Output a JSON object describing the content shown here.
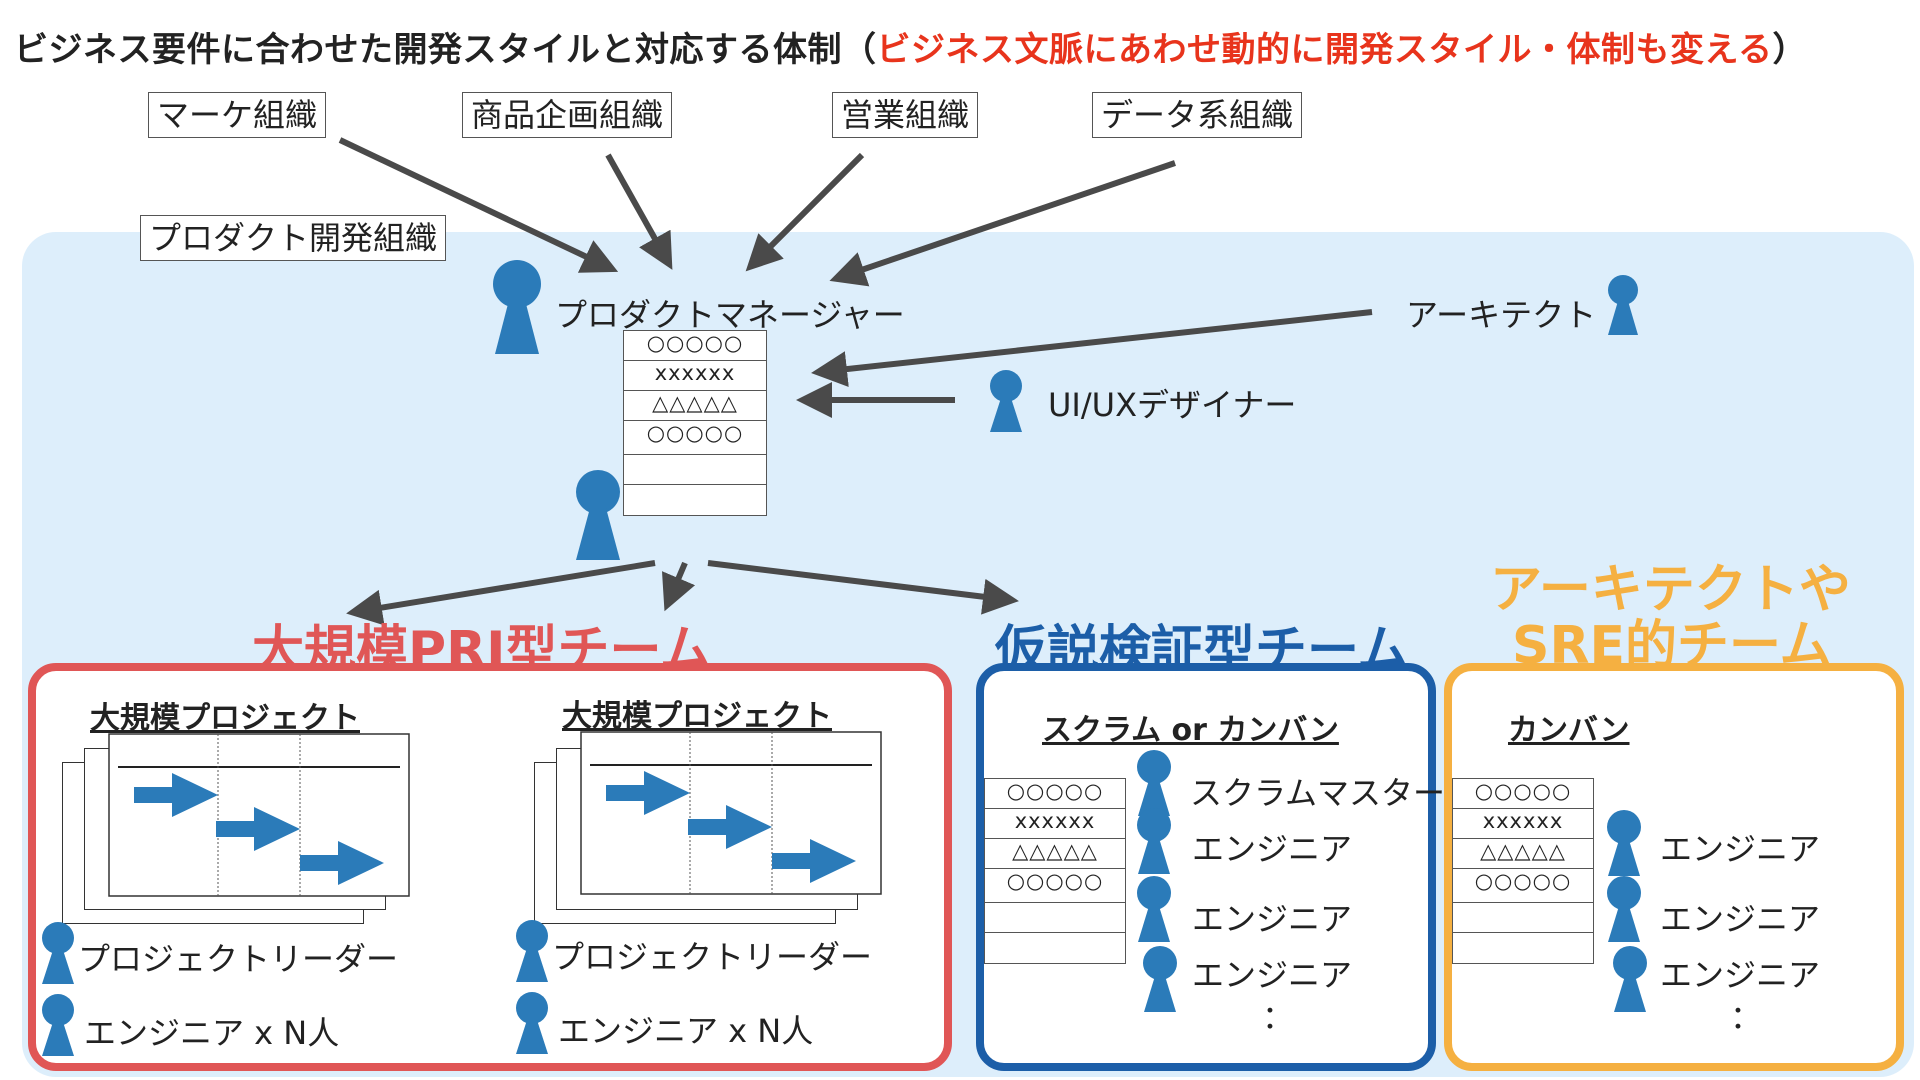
{
  "title": {
    "main": "ビジネス要件に合わせた開発スタイルと対応する体制（",
    "highlight": "ビジネス文脈にあわせ動的に開発スタイル・体制も変える",
    "close": "）"
  },
  "orgs": {
    "marketing": "マーケ組織",
    "product_planning": "商品企画組織",
    "sales": "営業組織",
    "data": "データ系組織",
    "product_dev": "プロダクト開発組織"
  },
  "roles": {
    "product_manager": "プロダクトマネージャー",
    "architect": "アーキテクト",
    "ux_designer": "UI/UXデザイナー"
  },
  "backlog_rows": [
    "○○○○○",
    "xxxxxx",
    "△△△△△",
    "○○○○○",
    "",
    ""
  ],
  "teams": {
    "large": {
      "title": "大規模PRJ型チーム",
      "projects": [
        {
          "name": "大規模プロジェクト",
          "leader": "プロジェクトリーダー",
          "engineers": "エンジニア x N人"
        },
        {
          "name": "大規模プロジェクト",
          "leader": "プロジェクトリーダー",
          "engineers": "エンジニア x N人"
        }
      ]
    },
    "hypothesis": {
      "title": "仮説検証型チーム",
      "method": "スクラム or カンバン",
      "master": "スクラムマスター",
      "engineer": "エンジニア",
      "ellipsis": "："
    },
    "architect": {
      "title_line1": "アーキテクトや",
      "title_line2": "SRE的チーム",
      "method": "カンバン",
      "engineer": "エンジニア",
      "ellipsis": "："
    }
  },
  "colors": {
    "red": "#e8341c",
    "team_red": "#e05656",
    "team_blue": "#1c5ea8",
    "team_orange": "#f5b041",
    "person": "#2b7bb9",
    "arrow": "#4a4a4a",
    "panel": "#ddeefb"
  }
}
